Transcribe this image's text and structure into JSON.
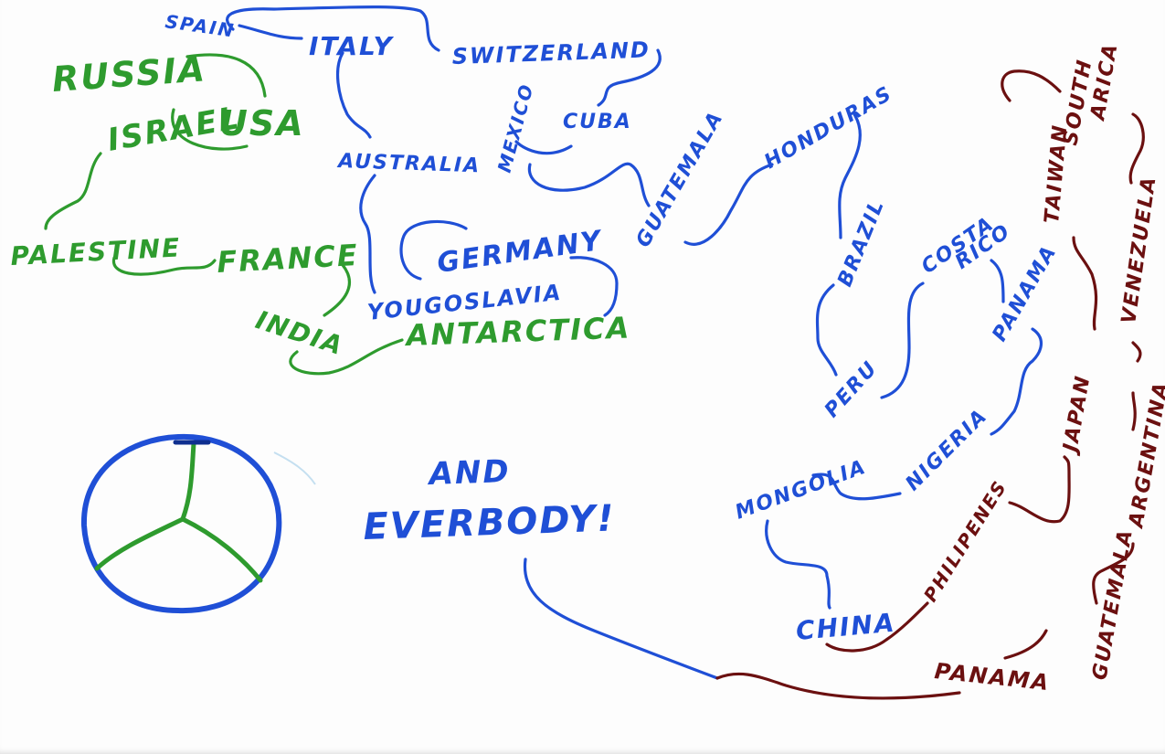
{
  "colors": {
    "green": "#2e9b2e",
    "blue": "#1f4fd6",
    "brown": "#6b1010",
    "paper": "#fdfdfd"
  },
  "icon": "peace-sign-icon",
  "labels": {
    "spain": "SPAIN",
    "italy": "ITALY",
    "switzerland": "SWITZERLAND",
    "russia": "RUSSIA",
    "israel": "ISRAEL",
    "usa": "USA",
    "mexico": "MEXICO",
    "cuba": "CUBA",
    "honduras": "HONDURAS",
    "south_africa_1": "SOUTH",
    "south_africa_2": "ARICA",
    "taiwan": "TAIWAN",
    "australia": "AUSTRALIA",
    "guatemala": "GUATEMALA",
    "palestine": "PALESTINE",
    "france": "FRANCE",
    "germany": "GERMANY",
    "brazil": "BRAZIL",
    "costa_rica_1": "COSTA",
    "costa_rica_2": "RICO",
    "venezuela": "VENEZUELA",
    "yugoslavia": "YOUGOSLAVIA",
    "india": "INDIA",
    "antarctica": "ANTARCTICA",
    "panama": "PANAMA",
    "peru": "PERU",
    "japan": "JAPAN",
    "argentina": "ARGENTINA",
    "nigeria": "NIGERIA",
    "mongolia": "MONGOLIA",
    "and": "AND",
    "everybody": "EVERBODY!",
    "philippines": "PHILIPENES",
    "guatemala_2": "GUATEMALA",
    "china": "CHINA",
    "panama_2": "PANAMA"
  }
}
